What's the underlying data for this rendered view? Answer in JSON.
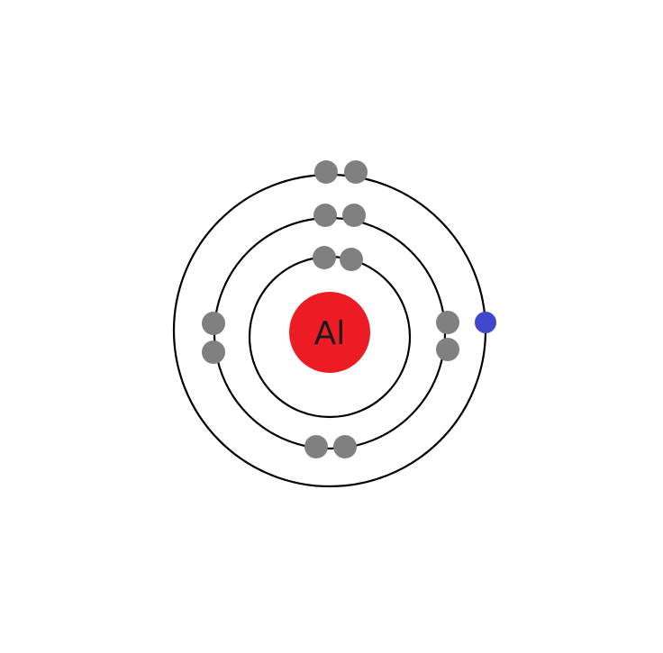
{
  "element": {
    "symbol": "Al"
  },
  "colors": {
    "background": "#ffffff",
    "nucleus": "#ed1c24",
    "nucleus_text": "#1a1a1a",
    "orbit": "#000000",
    "electron": "#808080",
    "valence_electron": "#3f48cc"
  },
  "shells": [
    {
      "name": "shell-1",
      "electrons": 2
    },
    {
      "name": "shell-2",
      "electrons": 8
    },
    {
      "name": "shell-3",
      "electrons": 3
    }
  ]
}
